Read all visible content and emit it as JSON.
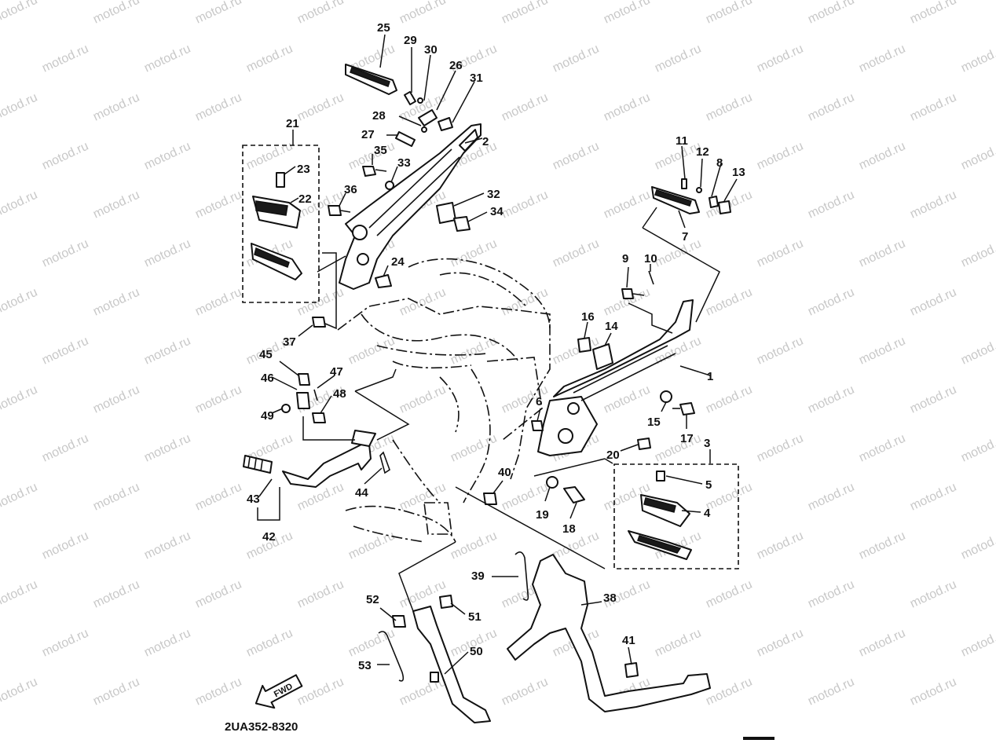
{
  "watermark": "motod.ru",
  "drawing_code": "2UA352-8320",
  "forward_arrow_label": "FWD",
  "callouts": [
    "1",
    "2",
    "3",
    "4",
    "5",
    "6",
    "7",
    "8",
    "9",
    "10",
    "11",
    "12",
    "13",
    "14",
    "15",
    "16",
    "17",
    "18",
    "19",
    "20",
    "21",
    "22",
    "23",
    "24",
    "25",
    "26",
    "27",
    "28",
    "29",
    "30",
    "31",
    "32",
    "33",
    "34",
    "35",
    "36",
    "37",
    "38",
    "39",
    "40",
    "41",
    "42",
    "43",
    "44",
    "45",
    "46",
    "47",
    "48",
    "49",
    "50",
    "51",
    "52",
    "53"
  ],
  "colors": {
    "ink": "#111111",
    "paper": "#ffffff",
    "watermark": "#c8c8c8"
  }
}
